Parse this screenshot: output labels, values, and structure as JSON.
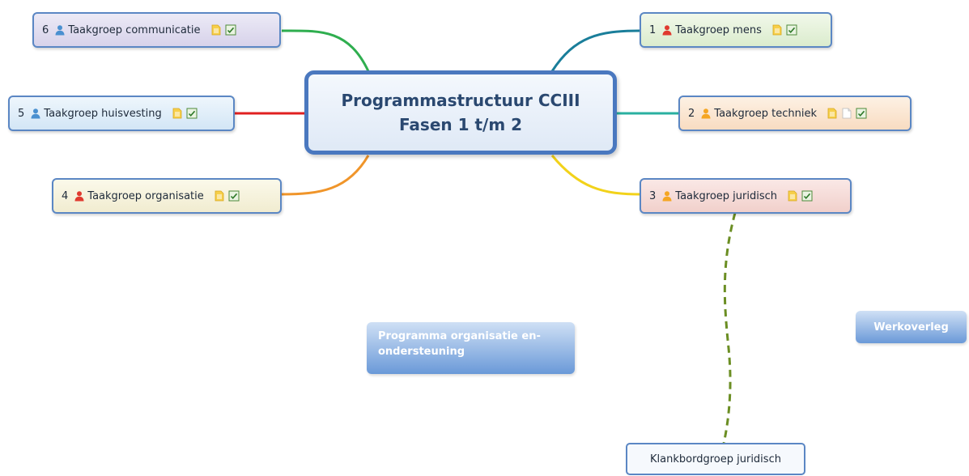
{
  "central": {
    "line1": "Programmastructuur CCIII",
    "line2": "Fasen 1 t/m 2"
  },
  "branches": [
    {
      "num": "6",
      "label": "Taakgroep communicatie",
      "person_color": "#4a90d0",
      "icons": [
        "document-icon",
        "checklist-icon"
      ]
    },
    {
      "num": "5",
      "label": "Taakgroep huisvesting",
      "person_color": "#4a90d0",
      "icons": [
        "document-icon",
        "checklist-icon"
      ]
    },
    {
      "num": "4",
      "label": "Taakgroep organisatie",
      "person_color": "#e03a2f",
      "icons": [
        "document-icon",
        "checklist-icon"
      ]
    },
    {
      "num": "1",
      "label": "Taakgroep mens",
      "person_color": "#e03a2f",
      "icons": [
        "document-icon",
        "checklist-icon"
      ]
    },
    {
      "num": "2",
      "label": "Taakgroep techniek",
      "person_color": "#f5a623",
      "icons": [
        "document-icon",
        "blank-page-icon",
        "checklist-icon"
      ]
    },
    {
      "num": "3",
      "label": "Taakgroep juridisch",
      "person_color": "#f5a623",
      "icons": [
        "document-icon",
        "checklist-icon"
      ]
    }
  ],
  "floating": [
    {
      "line1": "Programma organisatie en-",
      "line2": "ondersteuning"
    },
    {
      "line1": "Werkoverleg"
    }
  ],
  "sub_node": {
    "label": "Klankbordgroep juridisch"
  },
  "colors": {
    "central_border": "#4a78bf",
    "link_communicatie": "#2fae4f",
    "link_huisvesting": "#e02020",
    "link_organisatie": "#f0952a",
    "link_mens": "#1a7e9a",
    "link_techniek": "#2ab0a0",
    "link_juridisch": "#f2d21a",
    "dashed_link": "#6b8e23"
  }
}
